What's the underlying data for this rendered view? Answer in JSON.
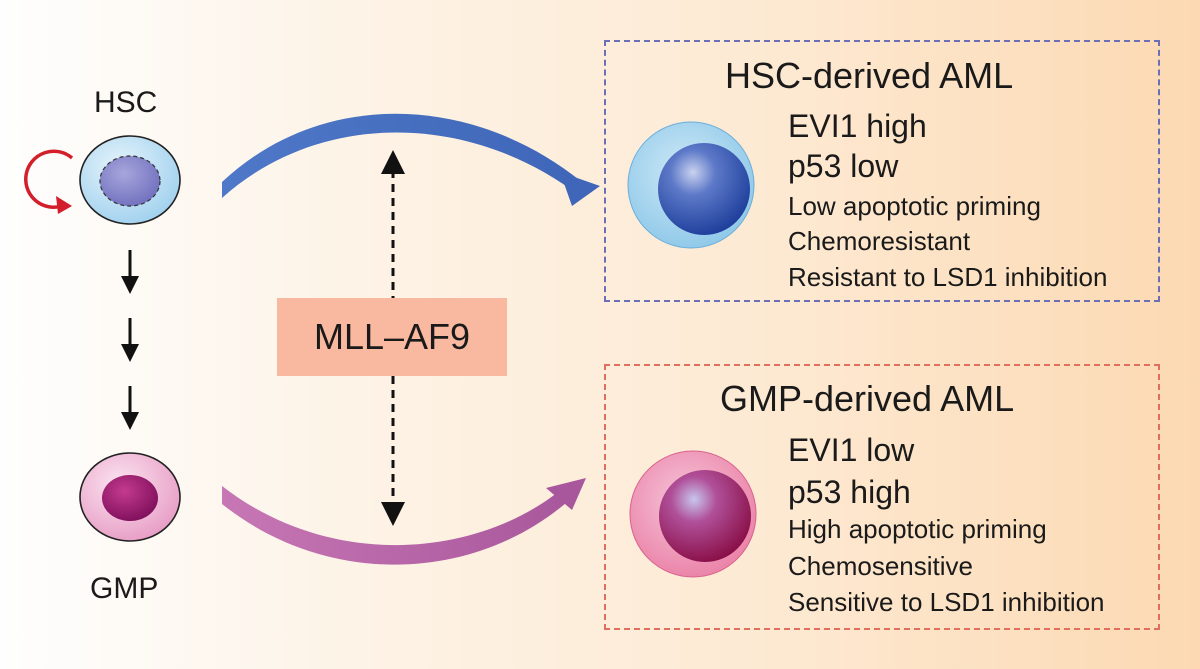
{
  "cells": {
    "hsc_label": "HSC",
    "gmp_label": "GMP"
  },
  "mll": {
    "label": "MLL–AF9"
  },
  "hsc_aml": {
    "title": "HSC-derived AML",
    "features": [
      "EVI1 high",
      "p53 low",
      "Low apoptotic priming",
      "Chemoresistant",
      "Resistant to LSD1 inhibition"
    ],
    "border_color": "#6b70b4"
  },
  "gmp_aml": {
    "title": "GMP-derived AML",
    "features": [
      "EVI1 low",
      "p53 high",
      "High apoptotic priming",
      "Chemosensitive",
      "Sensitive to LSD1 inhibition"
    ],
    "border_color": "#e0705e"
  },
  "colors": {
    "hsc_arrow": "#4a74c4",
    "gmp_arrow": "#b768a8",
    "self_renewal": "#d21f2b",
    "mll_box": "#f9b8a0"
  },
  "icons": {
    "self_renewal": "circular-arrow-icon",
    "differentiation": "down-arrow-icon",
    "bidirectional": "dashed-double-arrow-icon"
  }
}
